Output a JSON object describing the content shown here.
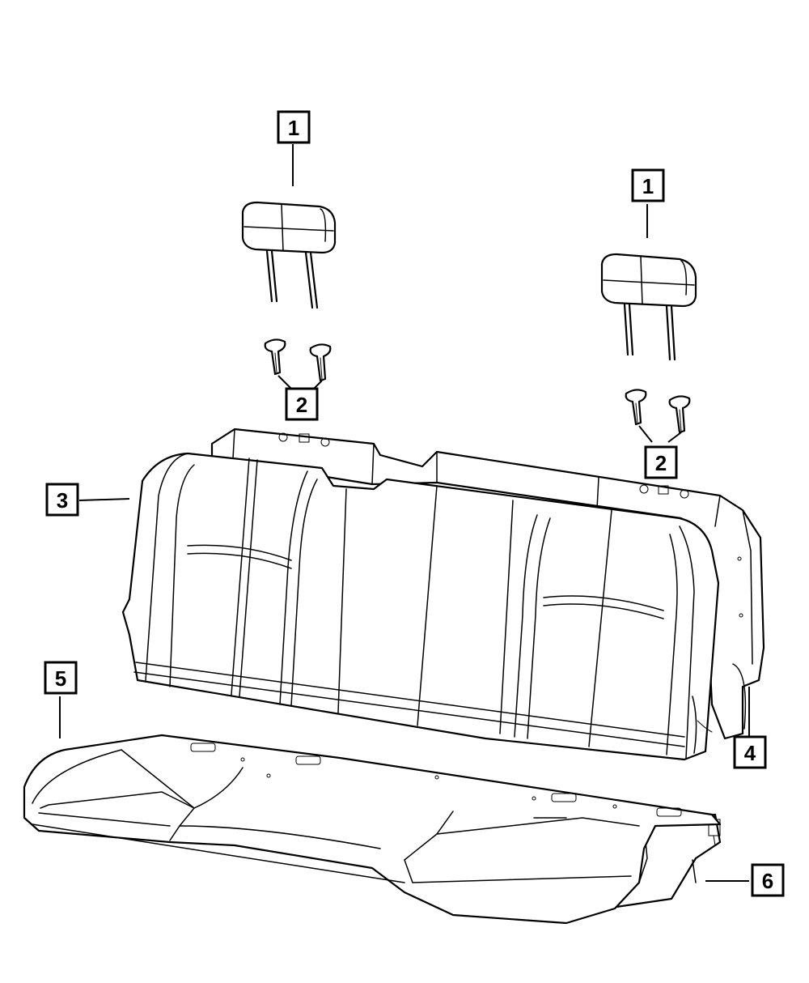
{
  "callouts": [
    {
      "id": "headrest-left",
      "label": "1"
    },
    {
      "id": "headrest-right",
      "label": "1"
    },
    {
      "id": "guide-sleeves-left",
      "label": "2"
    },
    {
      "id": "guide-sleeves-right",
      "label": "2"
    },
    {
      "id": "seat-back-cover",
      "label": "3"
    },
    {
      "id": "seat-back-frame",
      "label": "4"
    },
    {
      "id": "seat-cushion-cover",
      "label": "5"
    },
    {
      "id": "seat-cushion-foam",
      "label": "6"
    }
  ],
  "colors": {
    "line": "#000000",
    "background": "#ffffff"
  }
}
